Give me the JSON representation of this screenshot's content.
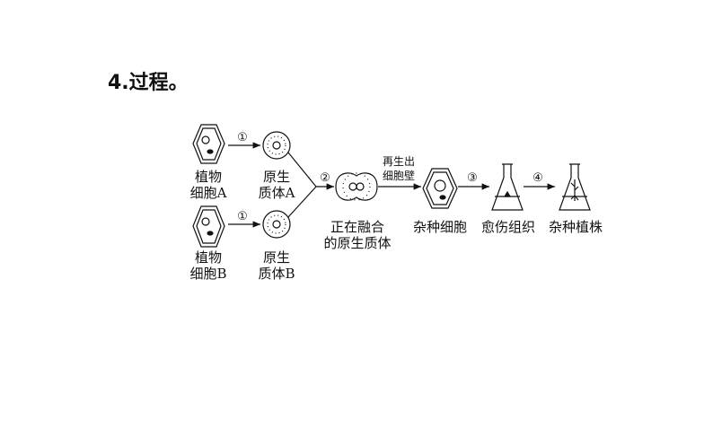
{
  "title": "4.过程。",
  "diagram": {
    "cell_a": [
      "植物",
      "细胞A"
    ],
    "cell_b": [
      "植物",
      "细胞B"
    ],
    "protoplast_a": [
      "原生",
      "质体A"
    ],
    "protoplast_b": [
      "原生",
      "质体B"
    ],
    "fusing": [
      "正在融合",
      "的原生质体"
    ],
    "regen": [
      "再生出",
      "细胞壁"
    ],
    "hybrid_cell": "杂种细胞",
    "callus": "愈伤组织",
    "hybrid_plant": "杂种植株",
    "steps": [
      "①",
      "①",
      "②",
      "③",
      "④"
    ]
  }
}
